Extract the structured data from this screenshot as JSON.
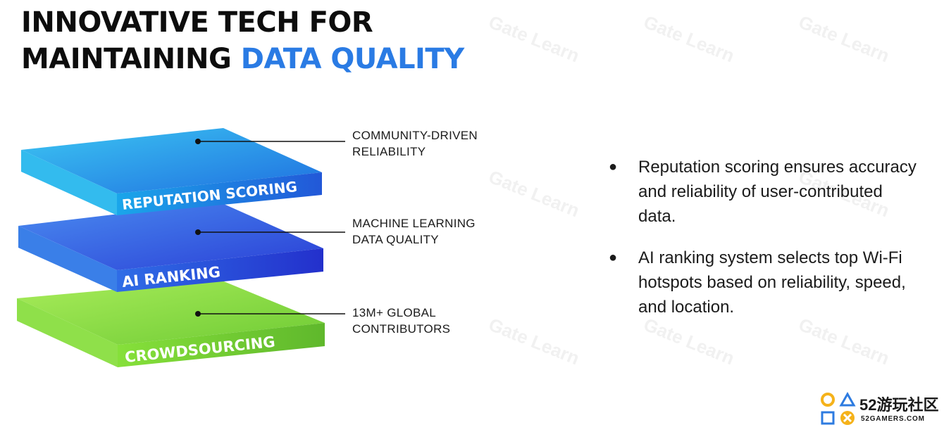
{
  "title": {
    "line1": "INNOVATIVE TECH FOR",
    "line2_plain": "MAINTAINING ",
    "line2_accent": "DATA QUALITY"
  },
  "watermark": "Gate Learn",
  "layers": [
    {
      "label": "REPUTATION SCORING",
      "callout_line1": "COMMUNITY-DRIVEN",
      "callout_line2": "RELIABILITY"
    },
    {
      "label": "AI RANKING",
      "callout_line1": "MACHINE LEARNING",
      "callout_line2": "DATA QUALITY"
    },
    {
      "label": "CROWDSOURCING",
      "callout_line1": "13M+ GLOBAL",
      "callout_line2": "CONTRIBUTORS"
    }
  ],
  "bullets": [
    {
      "symbol": "●",
      "text": "Reputation scoring ensures accuracy and reliability of user-contributed data."
    },
    {
      "symbol": "●",
      "text": "AI ranking system selects top Wi-Fi hotspots based on reliability, speed, and location."
    }
  ],
  "logo": {
    "cn": "52游玩社区",
    "en": "52GAMERS.COM"
  },
  "colors": {
    "accent": "#2a7be4",
    "layer_top_blue": "#1f9be8",
    "layer_mid_blue": "#2446e0",
    "layer_green": "#7dd636"
  }
}
